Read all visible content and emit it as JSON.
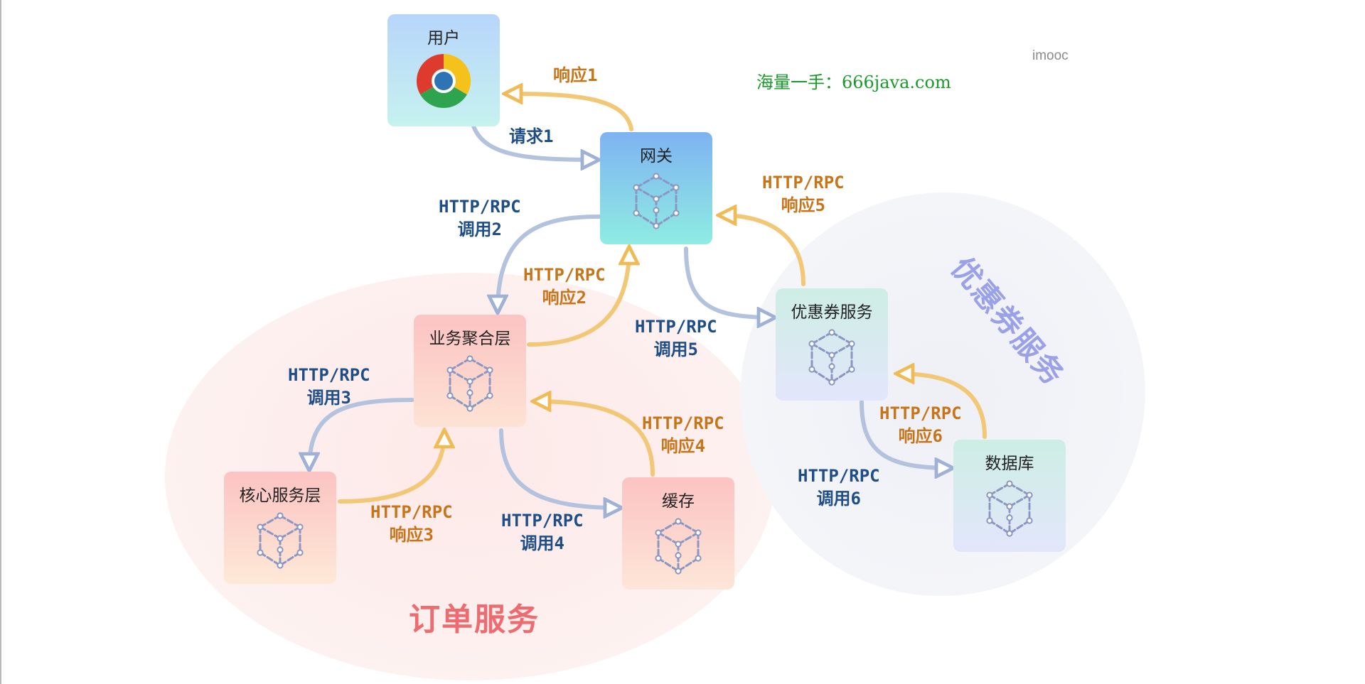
{
  "watermark": "海量一手：666java.com",
  "brand": "imooc",
  "regions": {
    "order": "订单服务",
    "coupon": "优惠券服务"
  },
  "nodes": {
    "user": "用户",
    "gateway": "网关",
    "biz": "业务聚合层",
    "core": "核心服务层",
    "cache": "缓存",
    "coupon": "优惠券服务",
    "db": "数据库"
  },
  "labels": {
    "req1": [
      "请求1"
    ],
    "resp1": [
      "响应1"
    ],
    "call2": [
      "HTTP/RPC",
      "调用2"
    ],
    "resp2": [
      "HTTP/RPC",
      "响应2"
    ],
    "call3": [
      "HTTP/RPC",
      "调用3"
    ],
    "resp3": [
      "HTTP/RPC",
      "响应3"
    ],
    "call4": [
      "HTTP/RPC",
      "调用4"
    ],
    "resp4": [
      "HTTP/RPC",
      "响应4"
    ],
    "call5": [
      "HTTP/RPC",
      "调用5"
    ],
    "resp5": [
      "HTTP/RPC",
      "响应5"
    ],
    "call6": [
      "HTTP/RPC",
      "调用6"
    ],
    "resp6": [
      "HTTP/RPC",
      "响应6"
    ]
  },
  "colors": {
    "request_arrow": "#b4c3dd",
    "response_arrow": "#f2c776",
    "request_text": "#1f4e86",
    "response_text": "#c7751a"
  },
  "icons": {
    "browser": "chrome-browser-icon",
    "service": "cube-icon"
  }
}
